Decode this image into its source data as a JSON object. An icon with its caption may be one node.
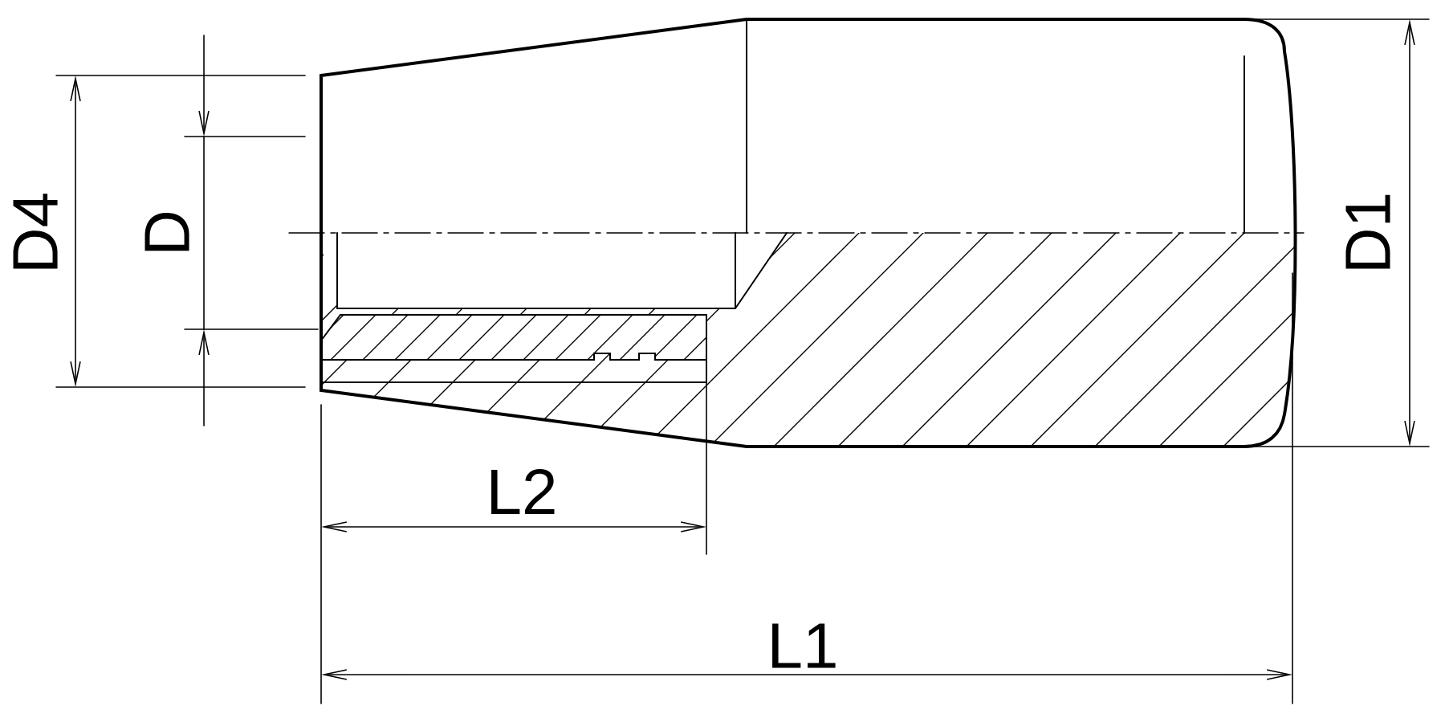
{
  "diagram": {
    "labels": [
      "D4",
      "D",
      "D1",
      "L2",
      "L1"
    ]
  }
}
